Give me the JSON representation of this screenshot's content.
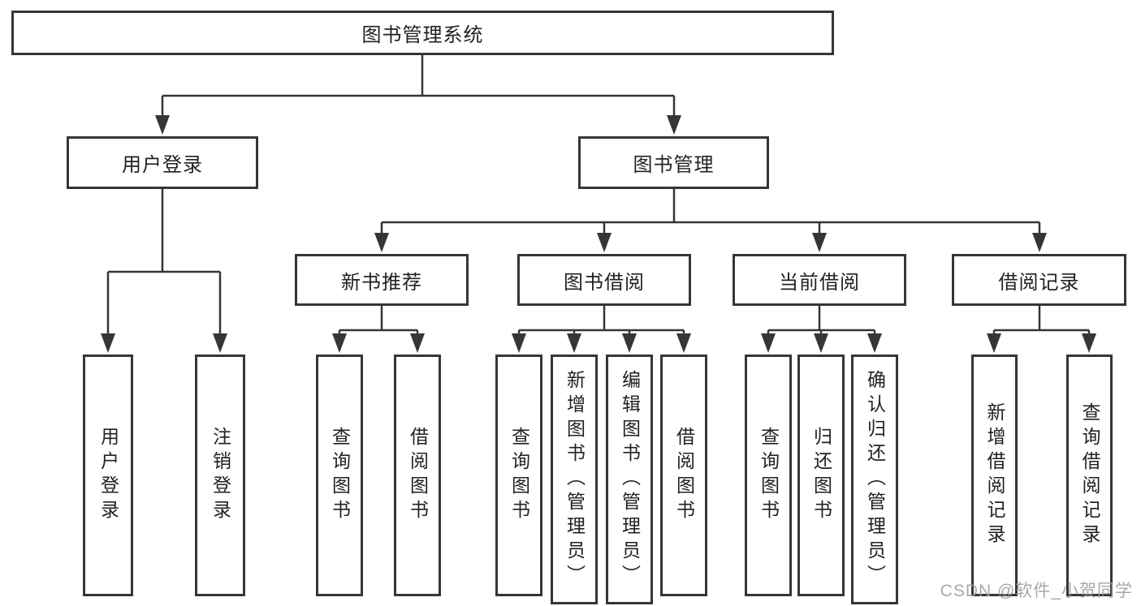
{
  "tree": {
    "label": "图书管理系统",
    "children": [
      {
        "label": "用户登录",
        "children": [
          {
            "label": "用户登录"
          },
          {
            "label": "注销登录"
          }
        ]
      },
      {
        "label": "图书管理",
        "children": [
          {
            "label": "新书推荐",
            "children": [
              {
                "label": "查询图书"
              },
              {
                "label": "借阅图书"
              }
            ]
          },
          {
            "label": "图书借阅",
            "children": [
              {
                "label": "查询图书"
              },
              {
                "label": "新增图书（管理员）"
              },
              {
                "label": "编辑图书（管理员）"
              },
              {
                "label": "借阅图书"
              }
            ]
          },
          {
            "label": "当前借阅",
            "children": [
              {
                "label": "查询图书"
              },
              {
                "label": "归还图书"
              },
              {
                "label": "确认归还（管理员）"
              }
            ]
          },
          {
            "label": "借阅记录",
            "children": [
              {
                "label": "新增借阅记录"
              },
              {
                "label": "查询借阅记录"
              }
            ]
          }
        ]
      }
    ]
  },
  "watermark": {
    "text": "CSDN @软件_小贺同学"
  },
  "colors": {
    "line": "#363636",
    "box_border": "#363636",
    "text": "#222222",
    "watermark": "#9e9e9e",
    "background": "#ffffff"
  }
}
